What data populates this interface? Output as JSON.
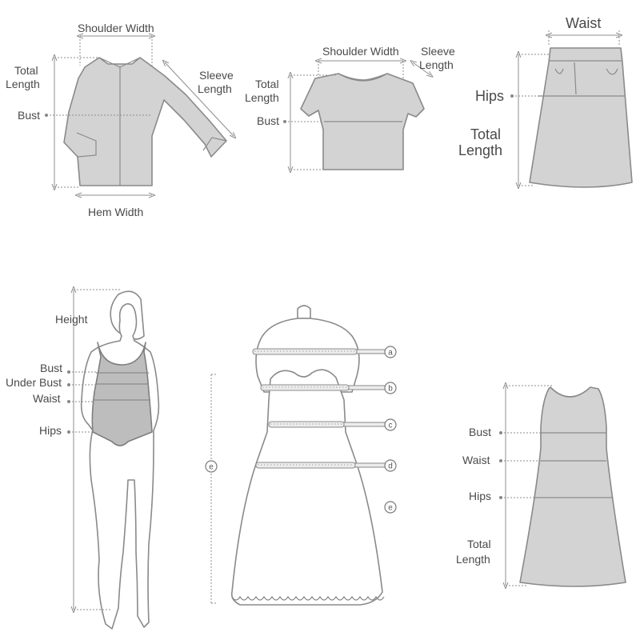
{
  "shirt": {
    "shoulder_width": "Shoulder Width",
    "total_length_1": "Total",
    "total_length_2": "Length",
    "bust": "Bust",
    "sleeve_length_1": "Sleeve",
    "sleeve_length_2": "Length",
    "hem_width": "Hem Width"
  },
  "tshirt": {
    "shoulder_width": "Shoulder Width",
    "sleeve_length_1": "Sleeve",
    "sleeve_length_2": "Length",
    "total_length_1": "Total",
    "total_length_2": "Length",
    "bust": "Bust"
  },
  "skirt": {
    "waist": "Waist",
    "hips": "Hips",
    "total_length_1": "Total",
    "total_length_2": "Length"
  },
  "body": {
    "height": "Height",
    "bust": "Bust",
    "under_bust": "Under Bust",
    "waist": "Waist",
    "hips": "Hips"
  },
  "dress": {
    "markers": [
      "a",
      "b",
      "c",
      "d",
      "e"
    ],
    "side_marker": "e"
  },
  "sleeveless": {
    "bust": "Bust",
    "waist": "Waist",
    "hips": "Hips",
    "total_length_1": "Total",
    "total_length_2": "Length"
  }
}
